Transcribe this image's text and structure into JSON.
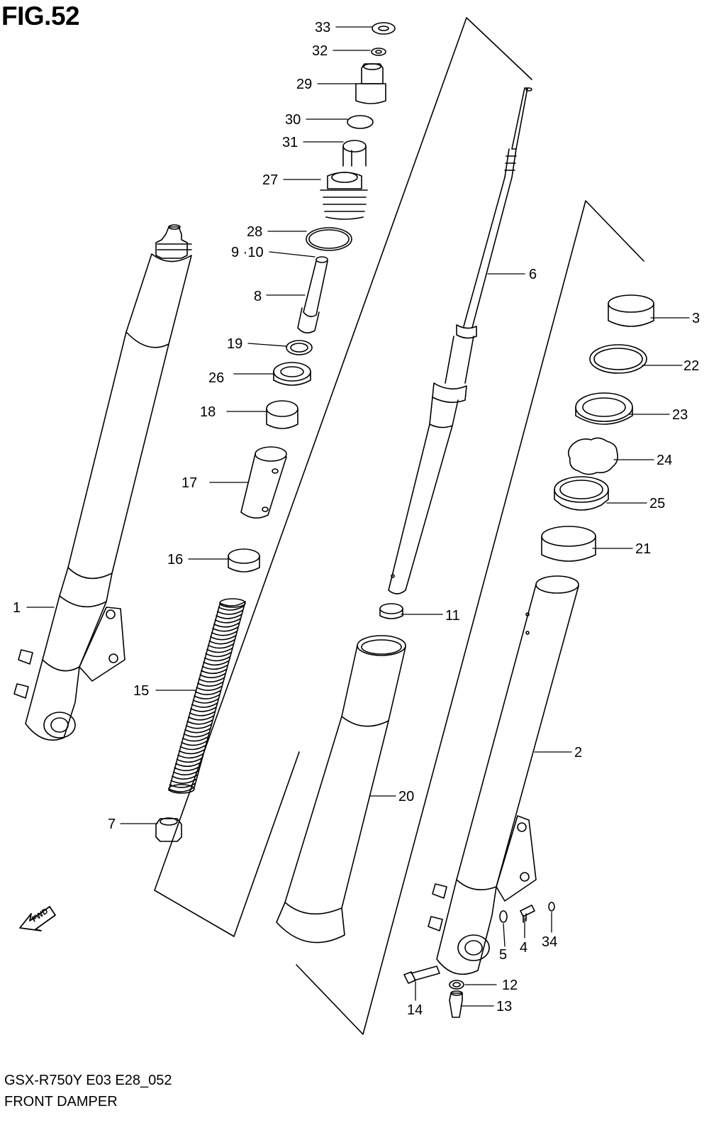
{
  "figure": {
    "title": "FIG.52",
    "model_code": "GSX-R750Y E03 E28_052",
    "section_name": "FRONT DAMPER",
    "direction_arrow_label": "FWD"
  },
  "callouts": [
    {
      "id": "c33",
      "text": "33"
    },
    {
      "id": "c32",
      "text": "32"
    },
    {
      "id": "c29",
      "text": "29"
    },
    {
      "id": "c30",
      "text": "30"
    },
    {
      "id": "c31",
      "text": "31"
    },
    {
      "id": "c27",
      "text": "27"
    },
    {
      "id": "c28",
      "text": "28"
    },
    {
      "id": "c9_10",
      "text": "9 ·10"
    },
    {
      "id": "c8",
      "text": "8"
    },
    {
      "id": "c19",
      "text": "19"
    },
    {
      "id": "c26",
      "text": "26"
    },
    {
      "id": "c18",
      "text": "18"
    },
    {
      "id": "c17",
      "text": "17"
    },
    {
      "id": "c16",
      "text": "16"
    },
    {
      "id": "c15",
      "text": "15"
    },
    {
      "id": "c7",
      "text": "7"
    },
    {
      "id": "c1",
      "text": "1"
    },
    {
      "id": "c6",
      "text": "6"
    },
    {
      "id": "c11",
      "text": "11"
    },
    {
      "id": "c20",
      "text": "20"
    },
    {
      "id": "c3",
      "text": "3"
    },
    {
      "id": "c22",
      "text": "22"
    },
    {
      "id": "c23",
      "text": "23"
    },
    {
      "id": "c24",
      "text": "24"
    },
    {
      "id": "c25",
      "text": "25"
    },
    {
      "id": "c21",
      "text": "21"
    },
    {
      "id": "c2",
      "text": "2"
    },
    {
      "id": "c5",
      "text": "5"
    },
    {
      "id": "c4",
      "text": "4"
    },
    {
      "id": "c34",
      "text": "34"
    },
    {
      "id": "c12",
      "text": "12"
    },
    {
      "id": "c14",
      "text": "14"
    },
    {
      "id": "c13",
      "text": "13"
    }
  ]
}
